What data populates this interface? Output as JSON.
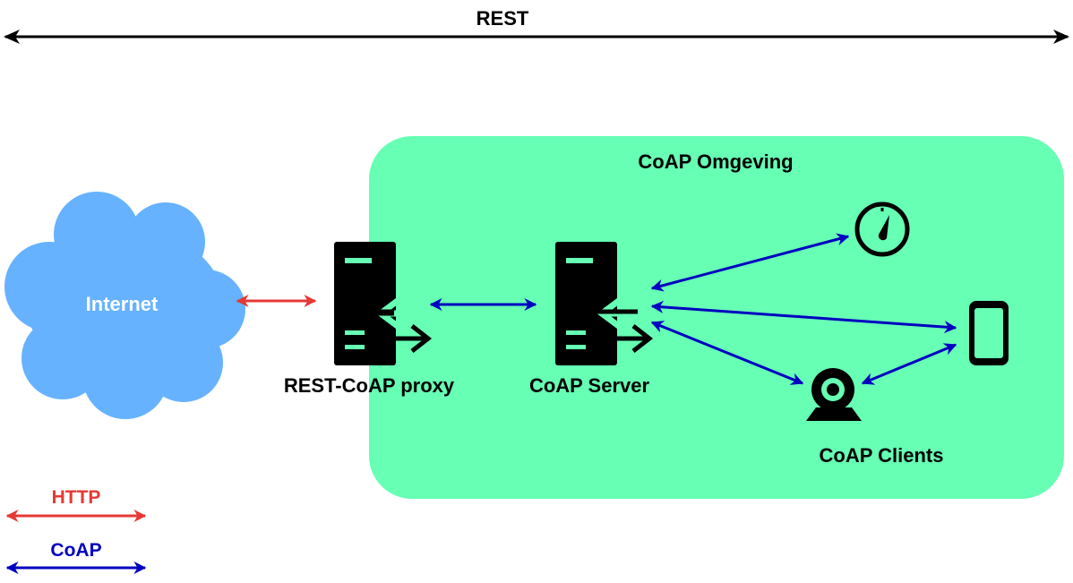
{
  "labels": {
    "top": "REST",
    "environment": "CoAP Omgeving",
    "internet": "Internet",
    "proxy": "REST-CoAP proxy",
    "server": "CoAP Server",
    "clients": "CoAP Clients"
  },
  "legend": {
    "http": "HTTP",
    "coap": "CoAP"
  },
  "colors": {
    "http": "#e53935",
    "coap": "#0000c0",
    "environment": "#66ffb4",
    "cloud": "#66b2ff",
    "icon": "#000000"
  },
  "icons": [
    "cloud-icon",
    "server-icon",
    "gauge-icon",
    "smartphone-icon",
    "webcam-icon"
  ]
}
